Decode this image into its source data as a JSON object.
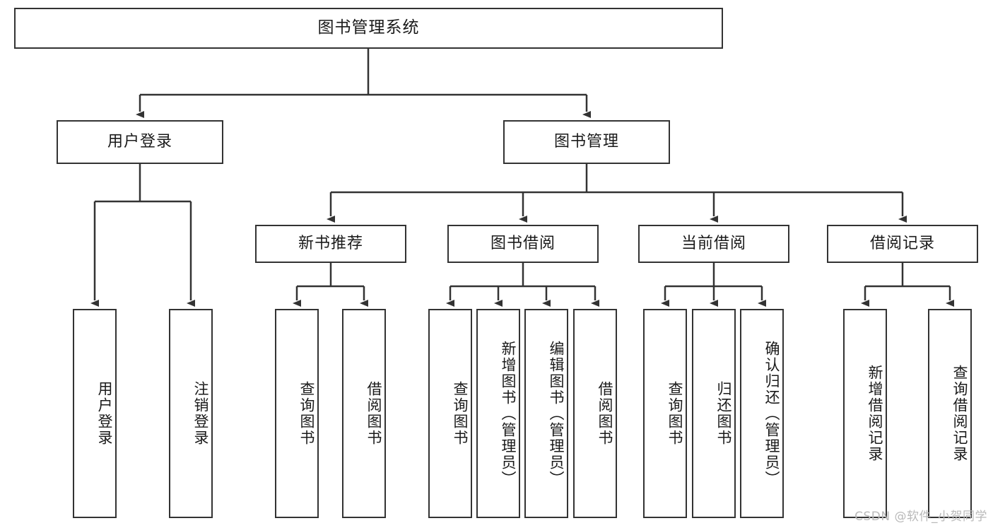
{
  "diagram": {
    "title": "图书管理系统",
    "watermark": "CSDN @软件_小贺同学",
    "colors": {
      "box_border": "#333333",
      "box_fill": "#ffffff",
      "connector": "#333333",
      "text": "#1a1a1a",
      "watermark": "#b9b9b9"
    },
    "root": {
      "label": "图书管理系统"
    },
    "level2": [
      {
        "label": "用户登录"
      },
      {
        "label": "图书管理"
      }
    ],
    "level3": [
      {
        "label": "新书推荐"
      },
      {
        "label": "图书借阅"
      },
      {
        "label": "当前借阅"
      },
      {
        "label": "借阅记录"
      }
    ],
    "leaves": {
      "user_login": [
        {
          "label": "用户登录"
        },
        {
          "label": "注销登录"
        }
      ],
      "new_book_recommend": [
        {
          "label": "查询图书"
        },
        {
          "label": "借阅图书"
        }
      ],
      "book_borrow": [
        {
          "label": "查询图书"
        },
        {
          "label": "新增图书（管理员）"
        },
        {
          "label": "编辑图书（管理员）"
        },
        {
          "label": "借阅图书"
        }
      ],
      "current_borrow": [
        {
          "label": "查询图书"
        },
        {
          "label": "归还图书"
        },
        {
          "label": "确认归还（管理员）"
        }
      ],
      "borrow_records": [
        {
          "label": "新增借阅记录"
        },
        {
          "label": "查询借阅记录"
        }
      ]
    }
  }
}
